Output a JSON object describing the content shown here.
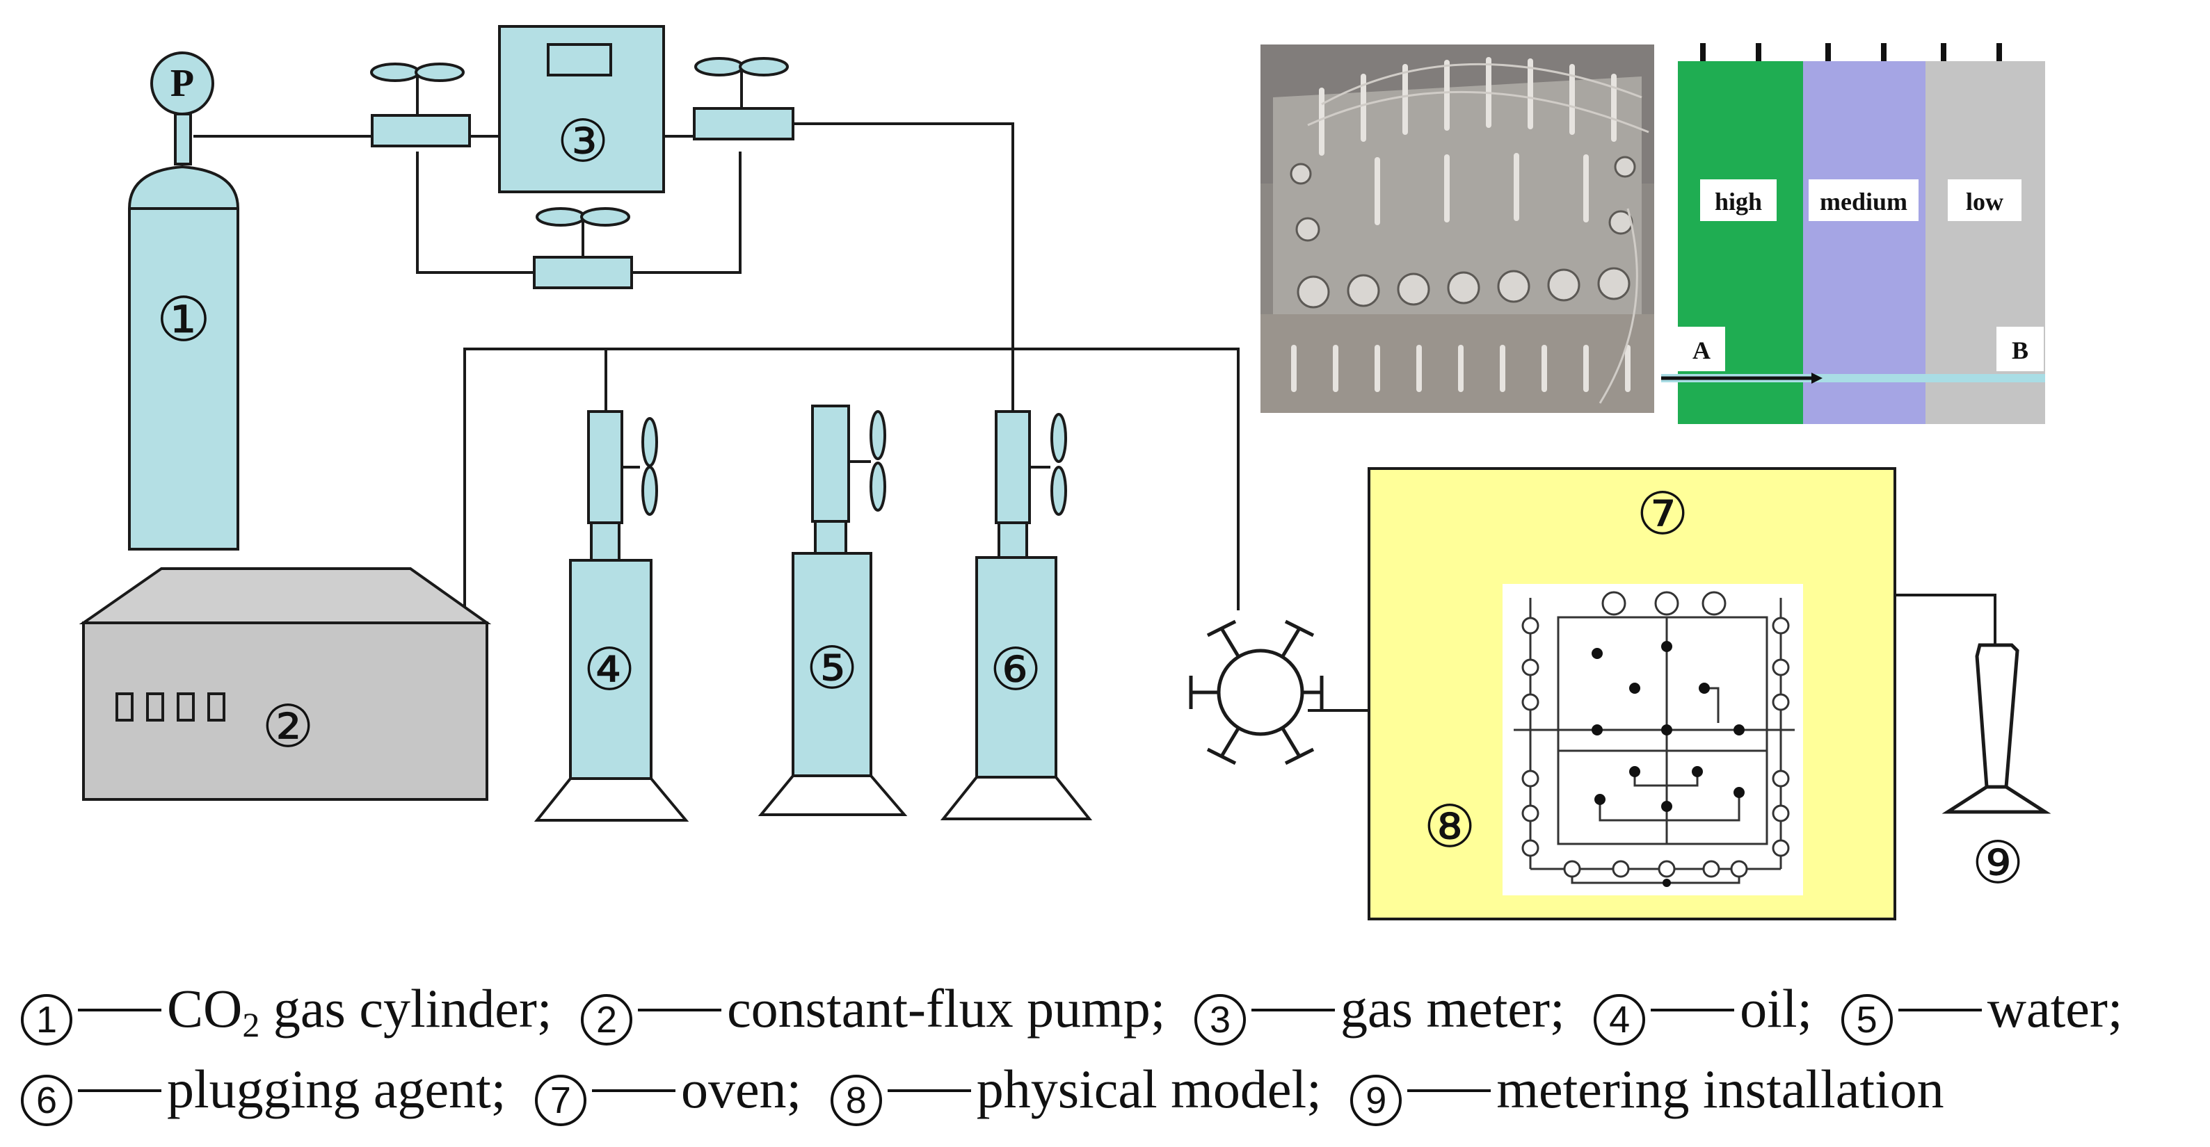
{
  "component_numbers": {
    "c1": "①",
    "c2": "②",
    "c3": "③",
    "c4": "④",
    "c5": "⑤",
    "c6": "⑥",
    "c7": "⑦",
    "c8": "⑧",
    "c9": "⑨"
  },
  "gauge_label": "P",
  "zones": {
    "high": "high",
    "medium": "medium",
    "low": "low",
    "point_a": "A",
    "point_b": "B"
  },
  "legend": {
    "line1": [
      {
        "num": "1",
        "pre": "CO",
        "sub": "2",
        "post": " gas cylinder;"
      },
      {
        "num": "2",
        "text": "constant-flux pump;"
      },
      {
        "num": "3",
        "text": "gas meter;"
      },
      {
        "num": "4",
        "text": "oil;"
      },
      {
        "num": "5",
        "text": "water;"
      }
    ],
    "line2": [
      {
        "num": "6",
        "text": "plugging agent;"
      },
      {
        "num": "7",
        "text": "oven;"
      },
      {
        "num": "8",
        "text": "physical model;"
      },
      {
        "num": "9",
        "text": "metering installation"
      }
    ]
  },
  "colors": {
    "equipment_fill": "#b4dfe4",
    "pump_fill": "#c6c6c6",
    "oven_fill": "#ffff99",
    "zone_high": "#1fad52",
    "zone_medium": "#a5a5e4",
    "zone_low": "#c4c4c4",
    "line": "#1a1a1a"
  }
}
